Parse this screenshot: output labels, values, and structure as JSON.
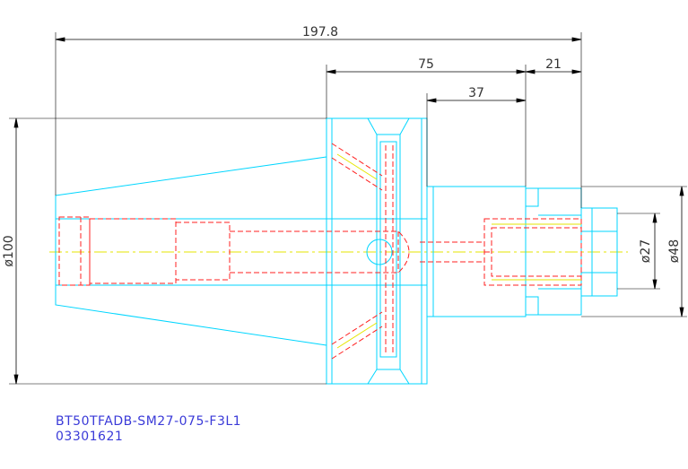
{
  "colors": {
    "outline": "#00d6ff",
    "hidden": "#ff2020",
    "center": "#e6e600",
    "dimension": "#000000",
    "caption": "#3a3ad8"
  },
  "dimensions": {
    "overall_length": "197.8",
    "flange_to_end": "75",
    "shank_length": "37",
    "nose_length": "21",
    "taper_diameter": "ø100",
    "body_diameter": "ø48",
    "bore_diameter": "ø27"
  },
  "caption": {
    "part_number": "BT50TFADB-SM27-075-F3L1",
    "code": "03301621"
  }
}
